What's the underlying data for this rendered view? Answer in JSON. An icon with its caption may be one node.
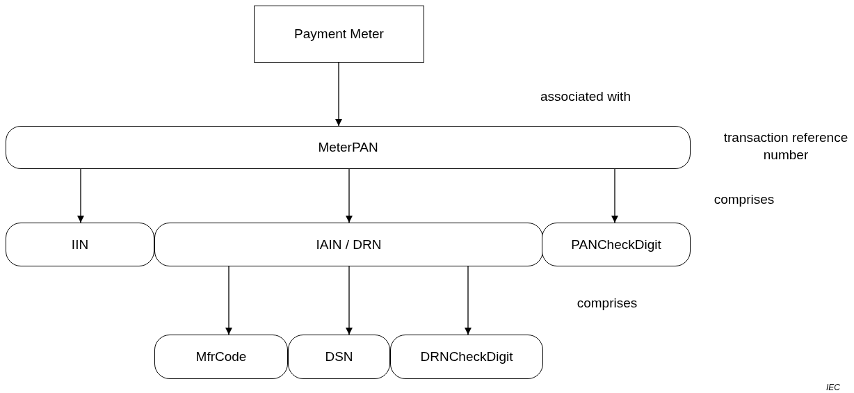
{
  "diagram": {
    "nodes": [
      {
        "text": [
          "Payment Meter"
        ]
      },
      {
        "text": [
          "MeterPAN"
        ]
      },
      {
        "text": [
          "IIN"
        ]
      },
      {
        "text": [
          "IAIN / DRN"
        ]
      },
      {
        "text": [
          "PANCheckDigit"
        ]
      },
      {
        "text": [
          "MfrCode"
        ]
      },
      {
        "text": [
          "DSN"
        ]
      },
      {
        "text": [
          "DRNCheckDigit"
        ]
      }
    ],
    "edges": [
      {
        "from": 0,
        "to": 1,
        "arrow": "to"
      },
      {
        "from": 1,
        "to": 2,
        "arrow": "to"
      },
      {
        "from": 1,
        "to": 3,
        "arrow": "to"
      },
      {
        "from": 1,
        "to": 4,
        "arrow": "to"
      },
      {
        "from": 3,
        "to": 5,
        "arrow": "to"
      },
      {
        "from": 3,
        "to": 6,
        "arrow": "to"
      },
      {
        "from": 3,
        "to": 7,
        "arrow": "to"
      }
    ],
    "labels": [
      "associated with",
      "transaction reference number",
      "comprises",
      "comprises",
      "IEC"
    ]
  }
}
